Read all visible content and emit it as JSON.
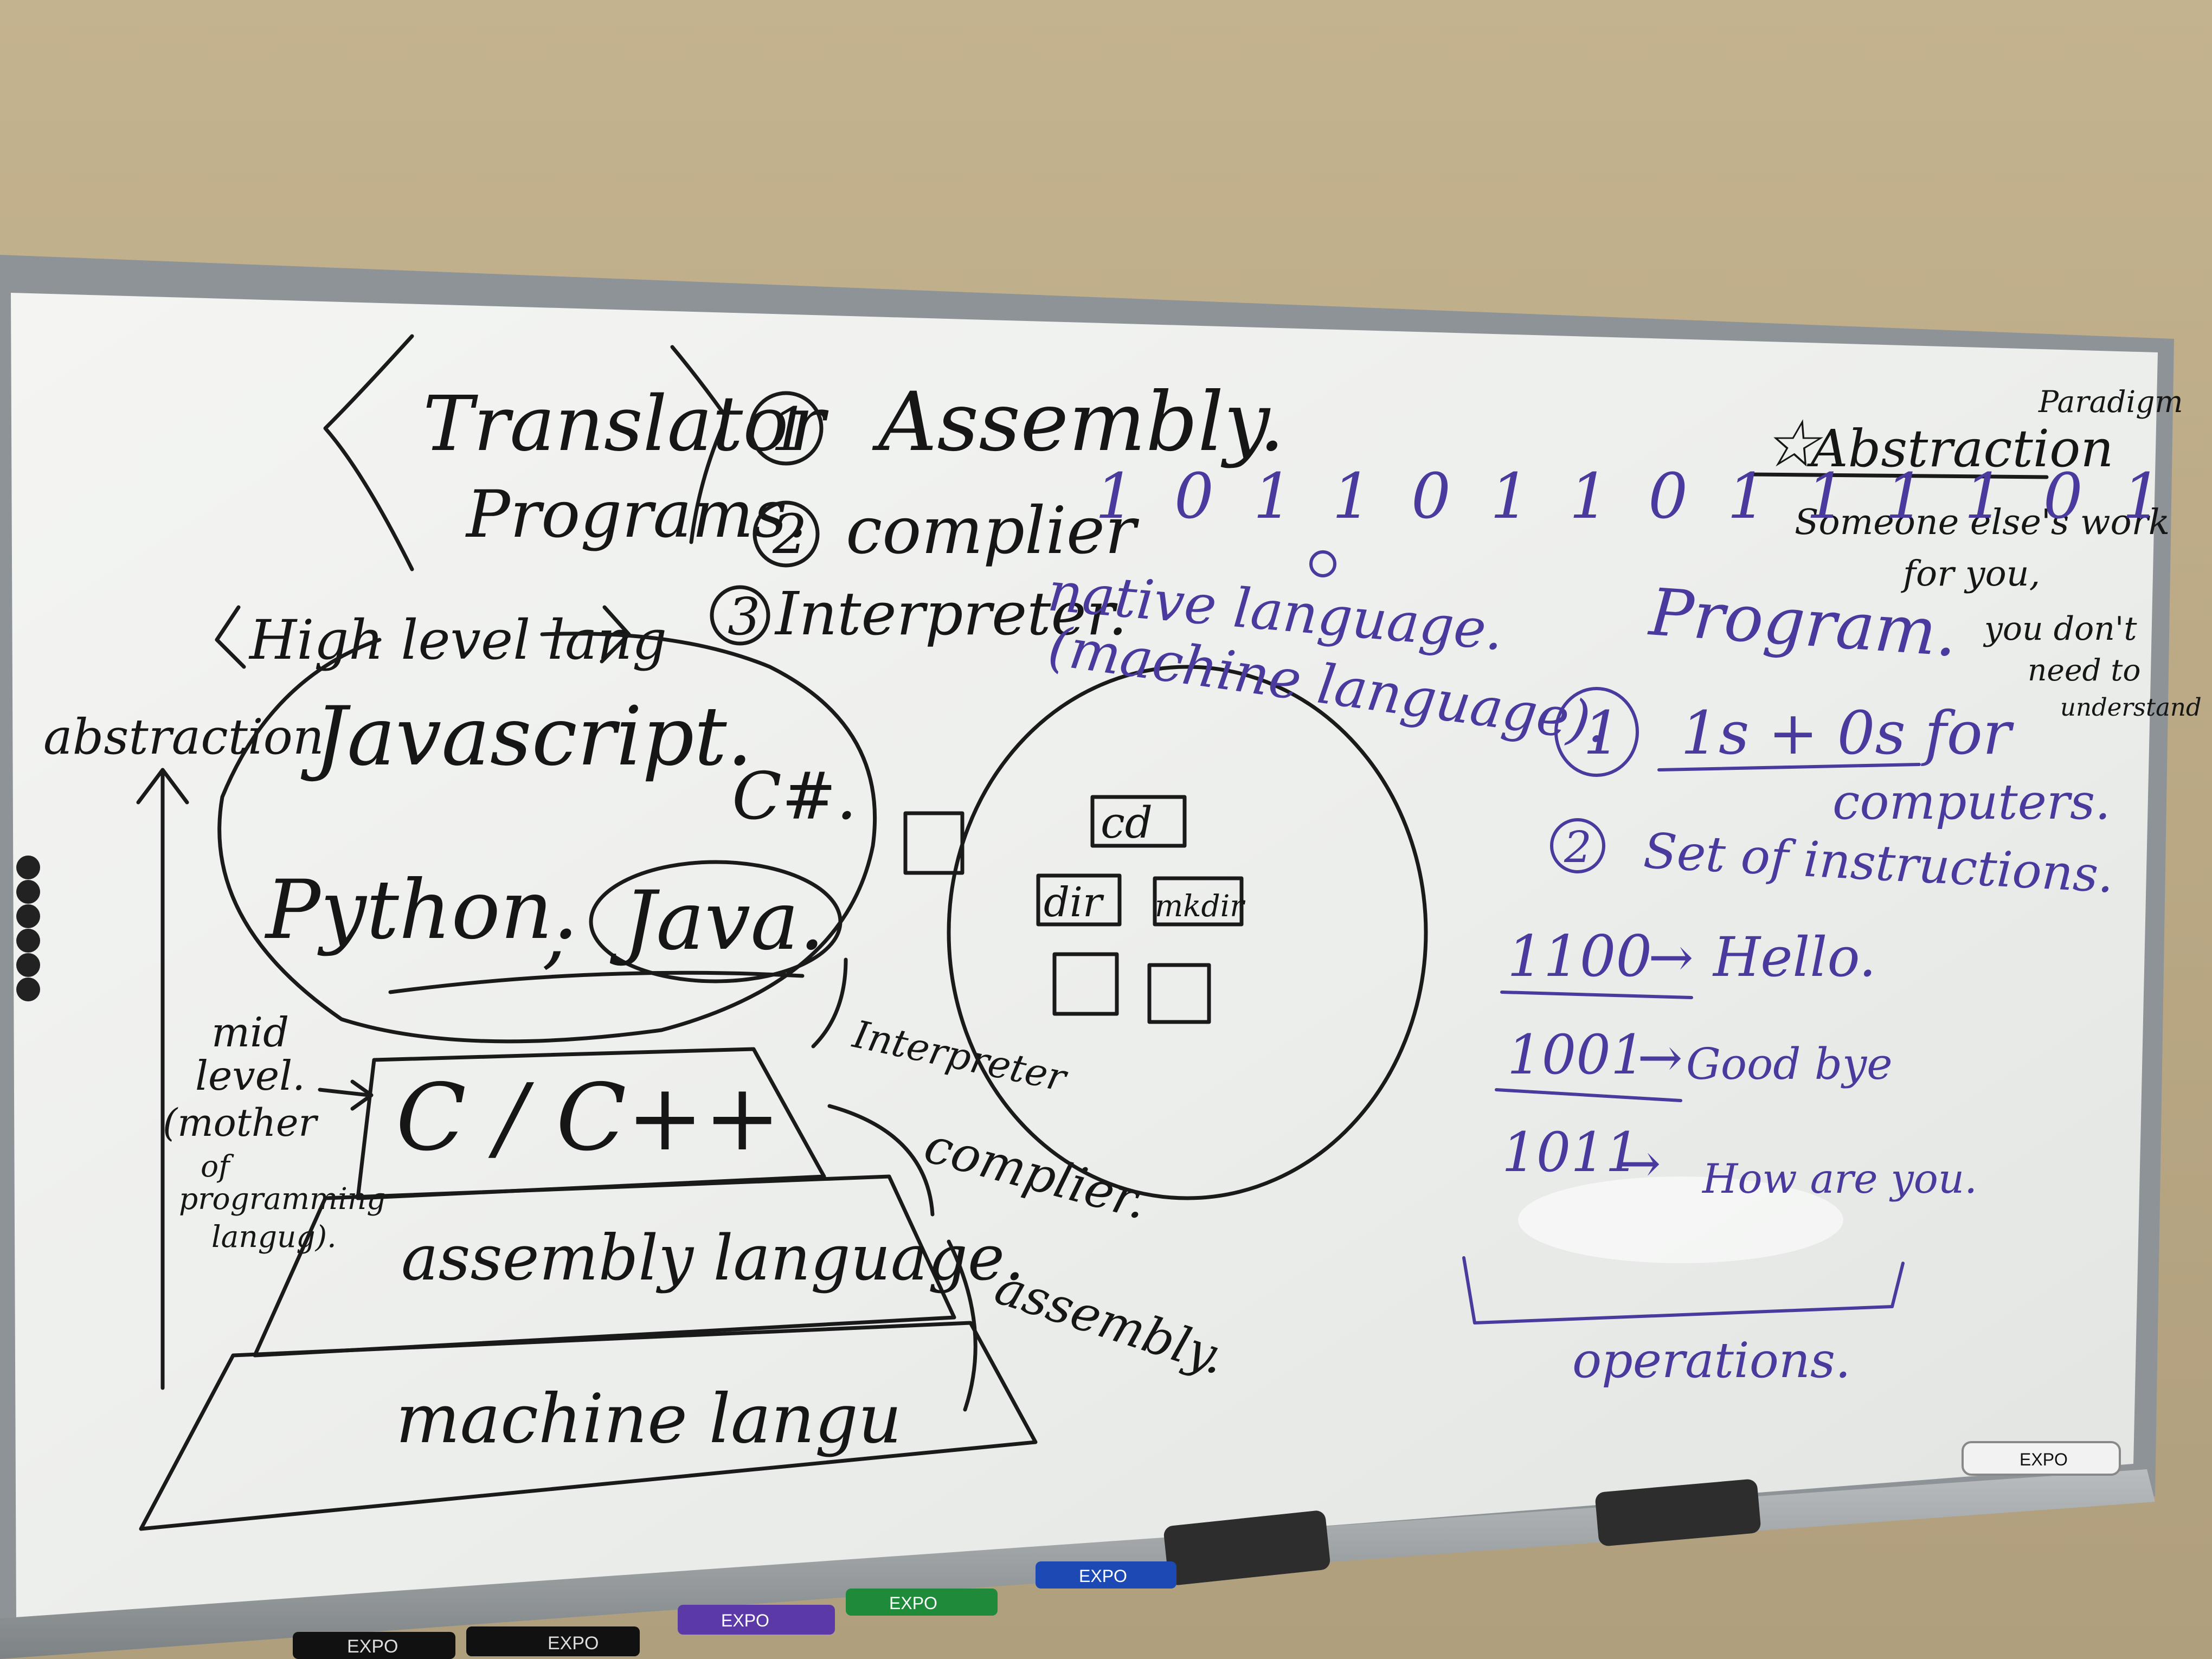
{
  "board": {
    "translator": {
      "line1": "Translator",
      "line2": "Programs."
    },
    "translator_list": [
      {
        "num": "1",
        "label": "Assembly."
      },
      {
        "num": "2",
        "label": "complier"
      },
      {
        "num": "3",
        "label": "Interpreter."
      }
    ],
    "binary": "1 0 1 1 0 1 1 0 1 1 1 1 0 1",
    "native": {
      "line1": "native language.",
      "line2": "(machine language)."
    },
    "high_level": "High level lang",
    "abstraction_left": "abstraction",
    "languages": {
      "javascript": "Javascript.",
      "csharp": "C#.",
      "python": "Python.",
      "comma": ",",
      "java": "Java."
    },
    "mid_level": {
      "line1": "mid",
      "line2": "level.",
      "line3": "(mother",
      "line4": "of",
      "line5": "programming",
      "line6": "langug)."
    },
    "pyramid": {
      "c": "C / C++",
      "assembly": "assembly language.",
      "machine": "machine langu"
    },
    "side_notes": {
      "interpreter": "Interpreter",
      "complier": "complier.",
      "assembly": "assembly."
    },
    "commands": {
      "cd": "cd",
      "dir": "dir",
      "mkdir": "mkdir"
    },
    "abstraction_right": {
      "title": "Abstraction",
      "paradigm": "Paradigm",
      "desc": [
        "Someone else's work",
        "for you,",
        "you don't",
        "need to",
        "understand"
      ]
    },
    "program": {
      "title": "Program.",
      "items": [
        {
          "num": "1",
          "text": "1s + 0s for",
          "text2": "computers."
        },
        {
          "num": "2",
          "text": "Set of instructions."
        }
      ],
      "ops": [
        {
          "code": "1100",
          "meaning": "Hello."
        },
        {
          "code": "1001",
          "meaning": "Good bye"
        },
        {
          "code": "1011",
          "meaning": "How are you."
        }
      ],
      "operations_label": "operations."
    },
    "markers": [
      "EXPO",
      "EXPO",
      "EXPO",
      "EXPO",
      "EXPO",
      "EXPO"
    ]
  },
  "colors": {
    "wall": "#bcaa86",
    "board": "#eef0ee",
    "frame": "#9aa0a3",
    "black_ink": "#161616",
    "purple_ink": "#4a3a9e"
  }
}
